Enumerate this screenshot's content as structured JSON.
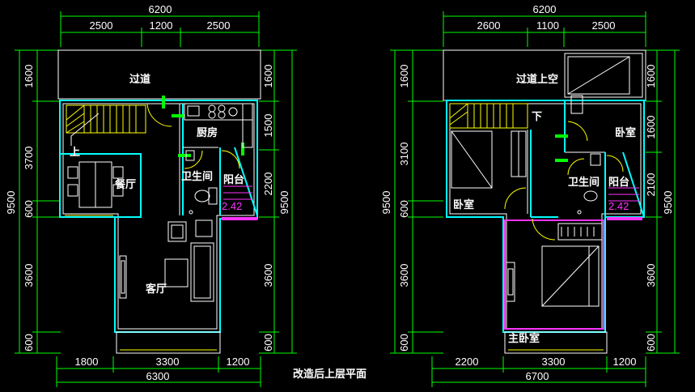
{
  "left_plan": {
    "top_total": "6200",
    "top_segments": [
      "2500",
      "1200",
      "2500"
    ],
    "left_segments": [
      "1600",
      "3700",
      "600",
      "3600",
      "600"
    ],
    "left_total": "9500",
    "right_segments": [
      "1600",
      "1500",
      "2200",
      "3600",
      "600"
    ],
    "right_total": "9500",
    "bottom_segments": [
      "1800",
      "3300",
      "1200"
    ],
    "bottom_total": "6300",
    "rooms": {
      "corridor": "过道",
      "kitchen": "厨房",
      "dining": "餐厅",
      "bathroom": "卫生间",
      "balcony": "阳台",
      "living": "客厅"
    },
    "stair_up": "上",
    "level": "2.42"
  },
  "right_plan": {
    "top_total": "6200",
    "top_segments": [
      "2600",
      "1100",
      "2500"
    ],
    "left_segments": [
      "1600",
      "3100",
      "600",
      "3600",
      "600"
    ],
    "left_total": "9500",
    "right_segments": [
      "1600",
      "1600",
      "2100",
      "3600",
      "600"
    ],
    "right_total": "9500",
    "bottom_segments": [
      "2200",
      "3300",
      "1200"
    ],
    "bottom_total": "6700",
    "rooms": {
      "corridor_void": "过道上空",
      "bedroom_right": "卧室",
      "bedroom_left": "卧室",
      "bathroom": "卫生间",
      "balcony": "阳台",
      "master": "主卧室"
    },
    "stair_down": "下",
    "level": "2.42"
  },
  "caption": "改造后上层平面"
}
